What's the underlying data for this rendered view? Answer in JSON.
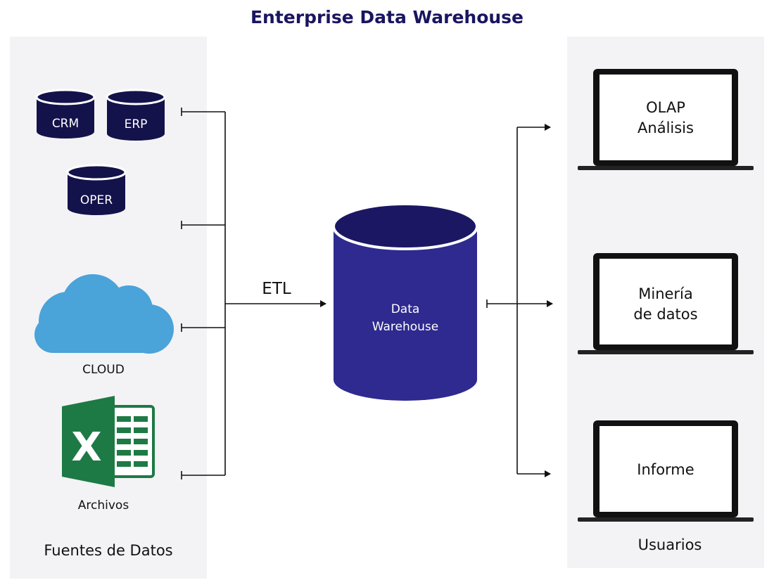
{
  "title": "Enterprise Data Warehouse",
  "colors": {
    "title": "#1a1560",
    "panel": "#f3f3f5",
    "db_dark": "#14124a",
    "warehouse_body": "#2e2a8f",
    "warehouse_top": "#1b1763",
    "cloud": "#4aa3d9",
    "excel": "#1e7a45",
    "line": "#111111"
  },
  "sources": {
    "caption": "Fuentes de Datos",
    "databases": [
      "CRM",
      "ERP",
      "OPER"
    ],
    "cloud_label": "CLOUD",
    "cloud_icon": "cloud-icon",
    "files_label": "Archivos",
    "files_icon": "excel-icon"
  },
  "etl_label": "ETL",
  "warehouse": {
    "line1": "Data",
    "line2": "Warehouse",
    "icon": "database-cylinder"
  },
  "users": {
    "caption": "Usuarios",
    "laptop_icon": "laptop-icon",
    "items": [
      {
        "line1": "OLAP",
        "line2": "Análisis"
      },
      {
        "line1": "Minería",
        "line2": "de datos"
      },
      {
        "line1": "Informe",
        "line2": ""
      }
    ]
  }
}
